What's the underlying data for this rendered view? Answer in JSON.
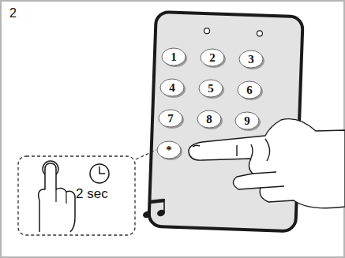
{
  "diagram": {
    "nodes": [
      {
        "text": [
          "1"
        ]
      },
      {
        "text": [
          "2"
        ]
      },
      {
        "text": [
          "3"
        ]
      },
      {
        "text": [
          "4"
        ]
      },
      {
        "text": [
          "5"
        ]
      },
      {
        "text": [
          "6"
        ]
      },
      {
        "text": [
          "7"
        ]
      },
      {
        "text": [
          "8"
        ]
      },
      {
        "text": [
          "9"
        ]
      },
      {
        "text": [
          "*"
        ]
      },
      {
        "text": [
          "2 sec"
        ]
      }
    ],
    "edges": [
      {
        "from": 10,
        "to": 9,
        "arrow": "none"
      }
    ],
    "labels": [
      "2"
    ]
  }
}
